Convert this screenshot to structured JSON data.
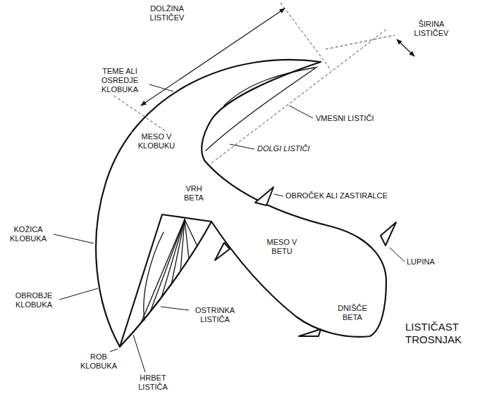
{
  "diagram": {
    "title": "LISTIČAST TROSNJAK",
    "labels": [
      "DOLŽINA LISTIČEV",
      "ŠIRINA LISTIČEV",
      "TEME ALI OSREDJE KLOBUKA",
      "VMESNI LISTIČI",
      "MESO V KLOBUKU",
      "DOLGI LISTIČI",
      "VRH BETA",
      "OBROČEK ALI ZASTIRALCE",
      "KOŽICA KLOBUKA",
      "MESO V BETU",
      "LUPINA",
      "OBROBJE KLOBUKA",
      "DNIŠČE BETA",
      "OSTRINKA LISTIČA",
      "ROB KLOBUKA",
      "HRBET LISTIČA"
    ]
  }
}
